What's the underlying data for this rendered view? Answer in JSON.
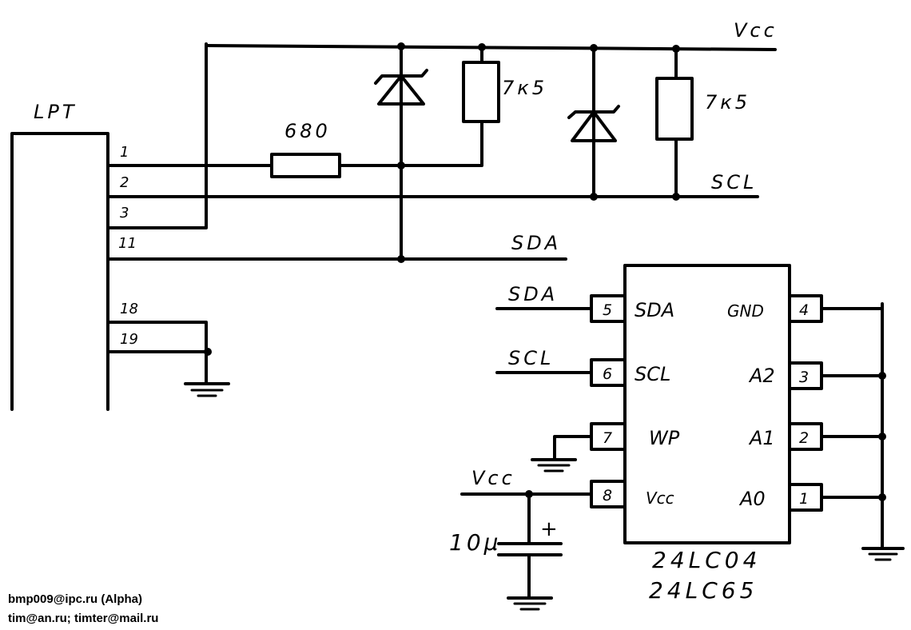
{
  "labels": {
    "lpt": "LPT",
    "vcc_top": "Vcc",
    "scl_bus": "SCL",
    "sda_bus": "SDA",
    "res_680": "680",
    "res_7k5_a": "7к5",
    "res_7k5_b": "7к5",
    "lpt_pins": [
      "1",
      "2",
      "3",
      "11",
      "18",
      "19"
    ],
    "chip_left_pins": [
      {
        "num": "5",
        "name": "SDA",
        "net": "SDA"
      },
      {
        "num": "6",
        "name": "SCL",
        "net": "SCL"
      },
      {
        "num": "7",
        "name": "WP",
        "net": ""
      },
      {
        "num": "8",
        "name": "Vcc",
        "net": "Vcc"
      }
    ],
    "chip_right_pins": [
      {
        "num": "4",
        "name": "GND"
      },
      {
        "num": "3",
        "name": "A2"
      },
      {
        "num": "2",
        "name": "A1"
      },
      {
        "num": "1",
        "name": "A0"
      }
    ],
    "cap_value": "10μ",
    "cap_plus": "+",
    "part_numbers": [
      "24LC04",
      "24LC65"
    ]
  },
  "credits": [
    "bmp009@ipc.ru (Alpha)",
    "tim@an.ru; timter@mail.ru"
  ]
}
